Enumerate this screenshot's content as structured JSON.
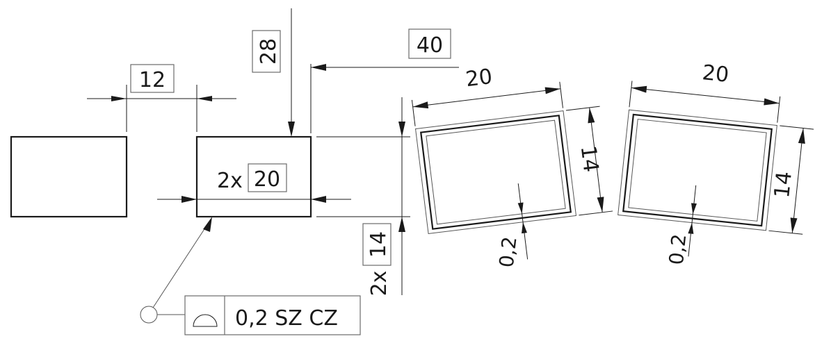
{
  "dimensions": {
    "gap": "12",
    "height_from_top": "28",
    "offset_horizontal": "40",
    "width_prefix": "2x",
    "width": "20",
    "height_prefix": "2x",
    "height": "14"
  },
  "tolerance_frame": {
    "symbol": "profile-of-surface-symbol",
    "text": "0,2 SZ CZ"
  },
  "zone_example_1": {
    "width": "20",
    "height": "14",
    "zone": "0,2"
  },
  "zone_example_2": {
    "width": "20",
    "height": "14",
    "zone": "0,2"
  }
}
